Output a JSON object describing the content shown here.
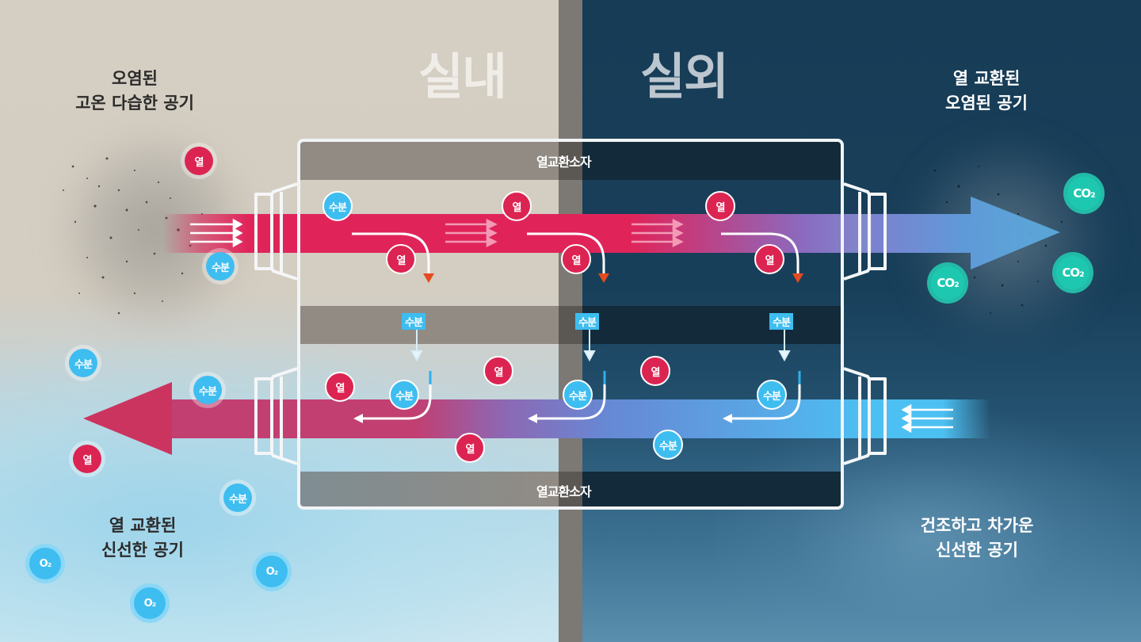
{
  "diagram": {
    "zones": {
      "indoor": {
        "label": "실내",
        "color": "#d5cec3"
      },
      "outdoor": {
        "label": "실외",
        "color": "#173c56"
      },
      "wall_color": "#7c7873"
    },
    "corners": {
      "top_left": {
        "line1": "오염된",
        "line2": "고온 다습한 공기"
      },
      "top_right": {
        "line1": "열 교환된",
        "line2": "오염된 공기"
      },
      "bottom_left": {
        "line1": "열 교환된",
        "line2": "신선한 공기"
      },
      "bottom_right": {
        "line1": "건조하고 차가운",
        "line2": "신선한 공기"
      }
    },
    "exchanger": {
      "top_band_label": "열교환소자",
      "bottom_band_label": "열교환소자"
    },
    "particles": {
      "heat": "열",
      "moisture": "수분",
      "co2": "CO₂",
      "o2": "O₂"
    },
    "colors": {
      "heat": "#dc2452",
      "moisture": "#3ebdf0",
      "co2": "#1ec8b0",
      "exhaust_flow_start": "#e0245a",
      "exhaust_flow_end": "#8a6bc0",
      "supply_flow_start": "#4cc0f2",
      "supply_flow_end": "#c23f72",
      "transfer_arrow": "#e54b1e"
    },
    "flows": [
      {
        "name": "exhaust-air",
        "direction": "indoor-to-outdoor",
        "carries": [
          "열",
          "수분"
        ]
      },
      {
        "name": "supply-air",
        "direction": "outdoor-to-indoor",
        "carries": [
          "열",
          "수분"
        ]
      }
    ]
  }
}
